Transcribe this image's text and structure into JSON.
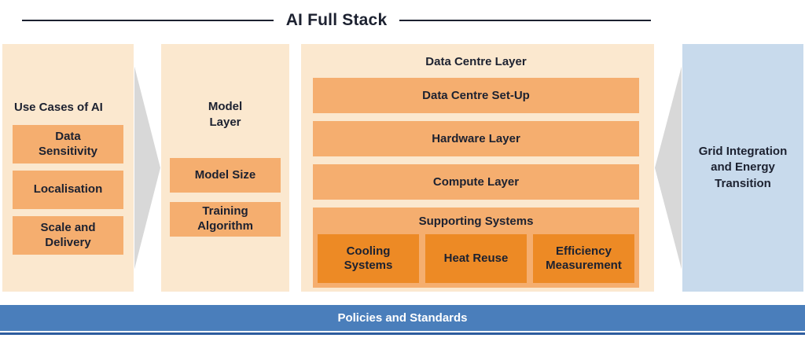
{
  "title": "AI Full Stack",
  "colors": {
    "panel_cream": "#FBE8CF",
    "box_orange": "#F5AE6F",
    "box_dark_orange": "#ED8A25",
    "grid_panel_blue": "#C8DAEC",
    "policies_bar_blue": "#4A7EBB",
    "bottom_strip_blue": "#2E5C9E",
    "arrow_gray": "#D8D8D8",
    "text_dark": "#1C2130"
  },
  "use_cases": {
    "title": "Use Cases of AI",
    "items": [
      "Data\nSensitivity",
      "Localisation",
      "Scale and\nDelivery"
    ]
  },
  "model_layer": {
    "title": "Model\nLayer",
    "items": [
      "Model Size",
      "Training\nAlgorithm"
    ]
  },
  "data_centre": {
    "title": "Data Centre Layer",
    "layers": [
      "Data Centre Set-Up",
      "Hardware Layer",
      "Compute Layer"
    ],
    "supporting": {
      "title": "Supporting Systems",
      "items": [
        "Cooling\nSystems",
        "Heat Reuse",
        "Efficiency\nMeasurement"
      ]
    }
  },
  "grid_panel": {
    "title": "Grid Integration\nand Energy\nTransition"
  },
  "policies_bar": {
    "label": "Policies and Standards"
  }
}
